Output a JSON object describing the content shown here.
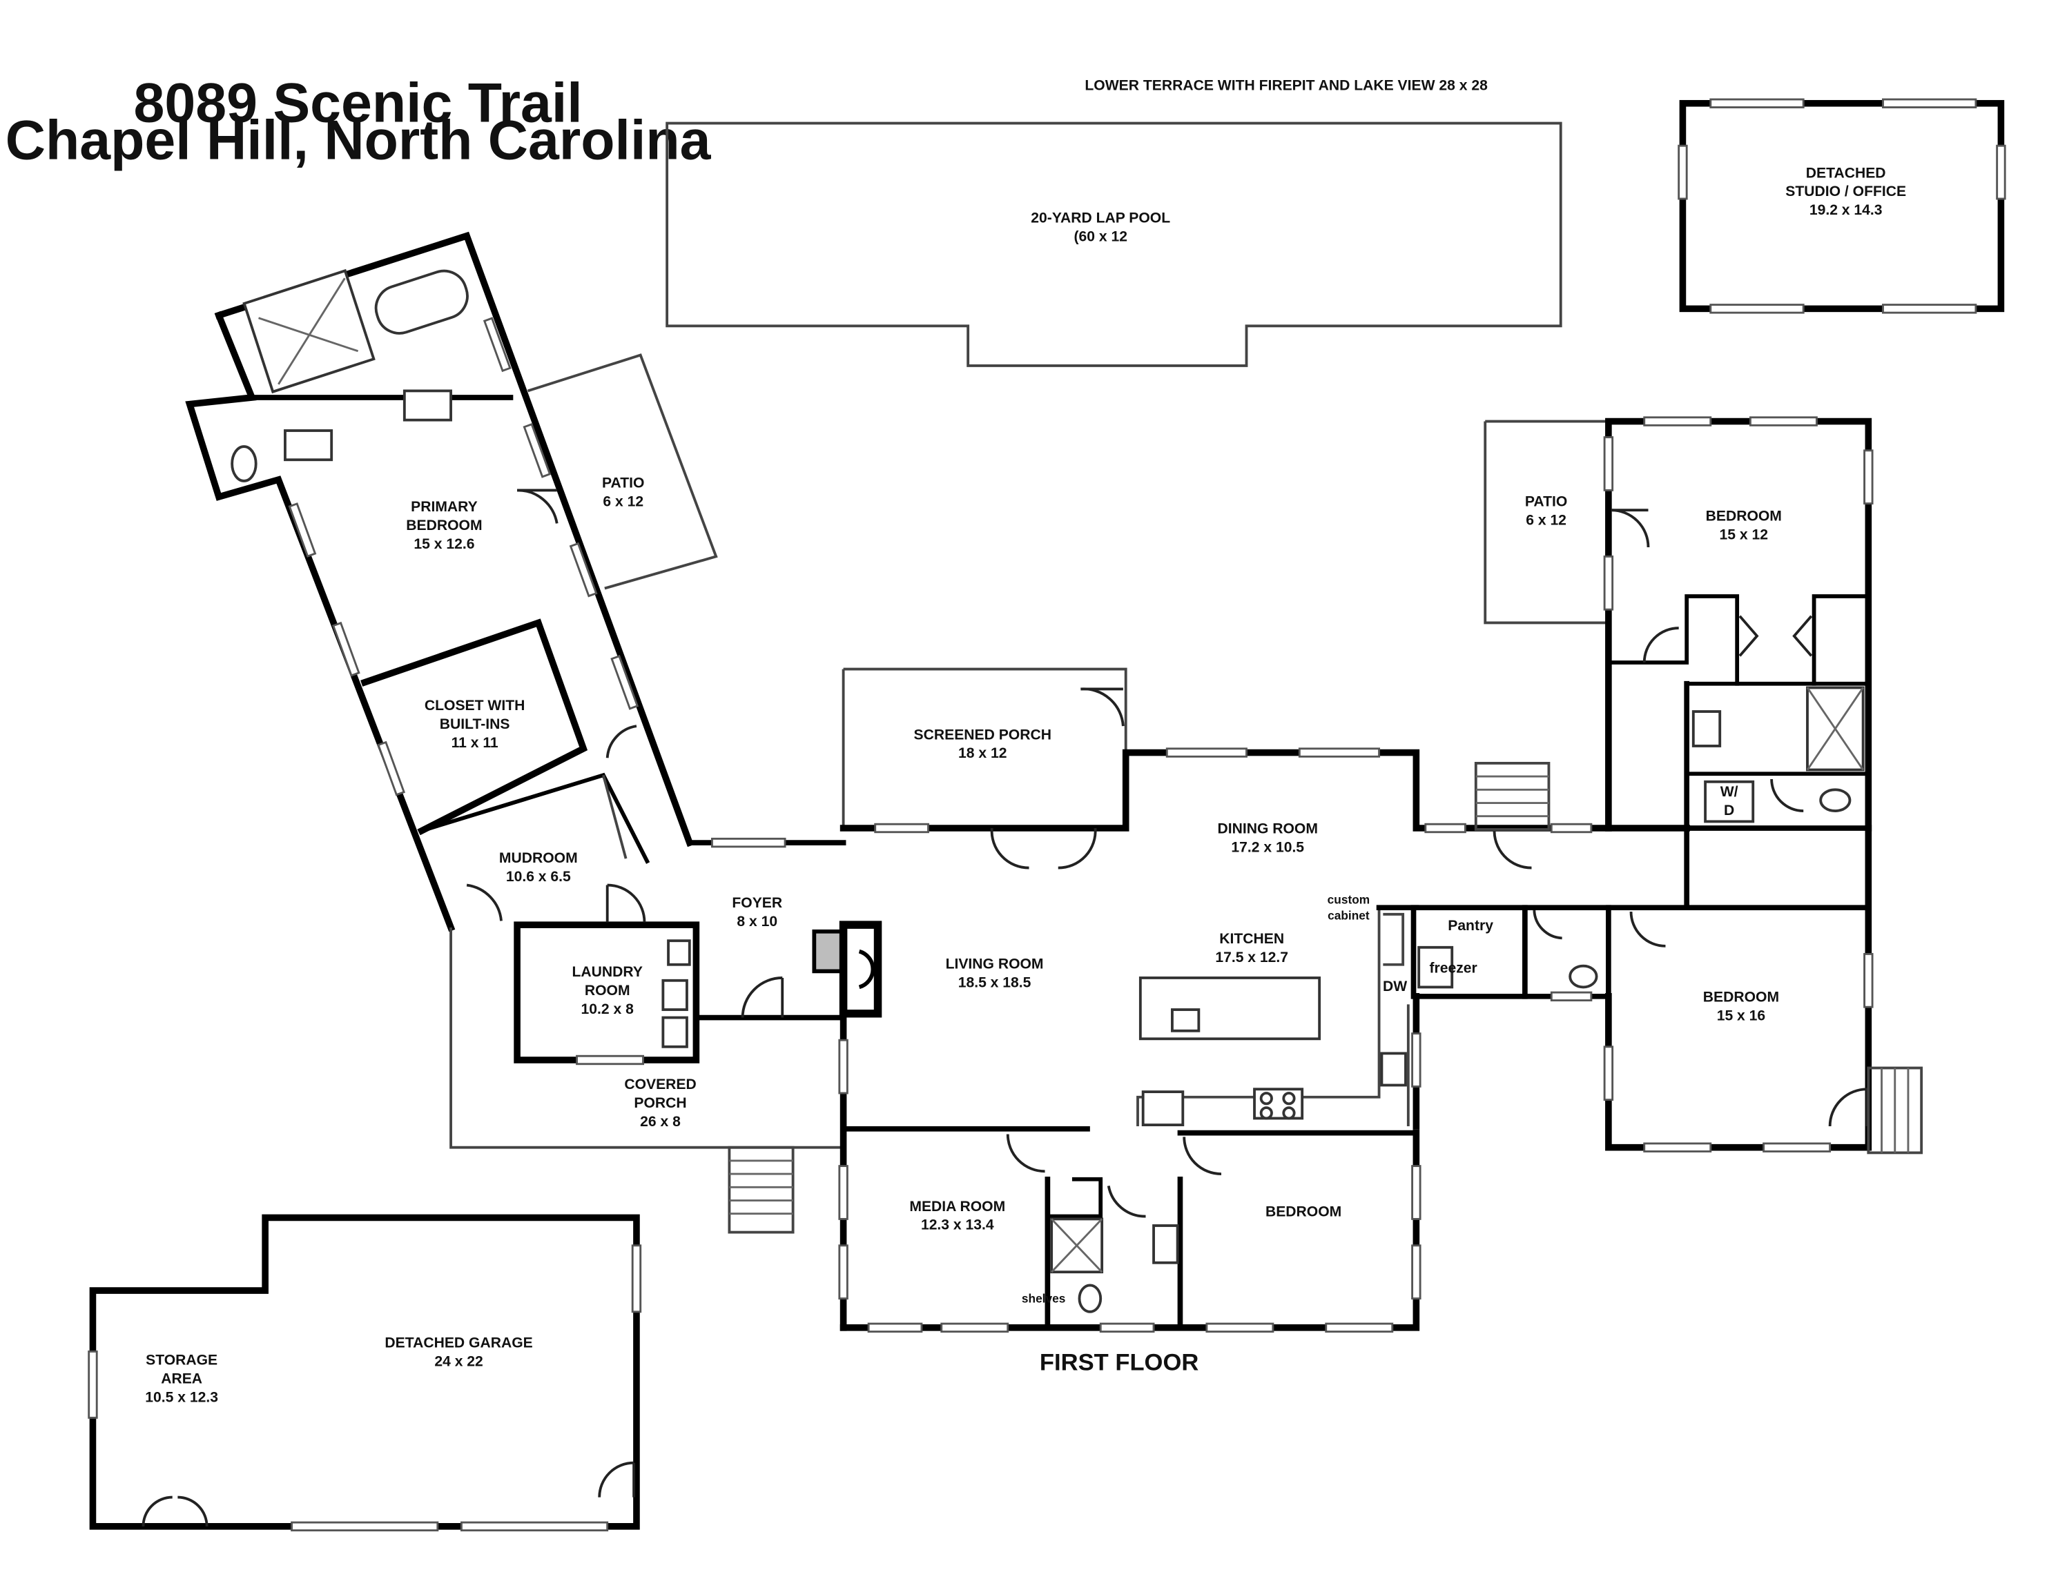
{
  "title": {
    "address": "8089 Scenic Trail",
    "city": "Chapel Hill, North Carolina"
  },
  "floor_label": "FIRST FLOOR",
  "terrace_label": "LOWER TERRACE WITH FIREPIT AND LAKE VIEW 28 x 28",
  "rooms": {
    "pool": {
      "name": "20-YARD LAP POOL",
      "dims": "(60 x 12"
    },
    "studio": {
      "name1": "DETACHED",
      "name2": "STUDIO / OFFICE",
      "dims": "19.2 x 14.3"
    },
    "primary_bedroom": {
      "name1": "PRIMARY",
      "name2": "BEDROOM",
      "dims": "15 x 12.6"
    },
    "patio_left": {
      "name": "PATIO",
      "dims": "6 x 12"
    },
    "closet": {
      "name": "CLOSET WITH",
      "name2": "BUILT-INS",
      "dims": "11 x 11"
    },
    "mudroom": {
      "name": "MUDROOM",
      "dims": "10.6 x 6.5"
    },
    "laundry": {
      "name1": "LAUNDRY",
      "name2": "ROOM",
      "dims": "10.2 x 8"
    },
    "foyer": {
      "name": "FOYER",
      "dims": "8 x 10"
    },
    "screened_porch": {
      "name": "SCREENED PORCH",
      "dims": "18 x 12"
    },
    "dining": {
      "name": "DINING ROOM",
      "dims": "17.2 x 10.5"
    },
    "living": {
      "name": "LIVING ROOM",
      "dims": "18.5 x 18.5"
    },
    "kitchen": {
      "name": "KITCHEN",
      "dims": "17.5 x 12.7"
    },
    "custom_cabinet": {
      "line1": "custom",
      "line2": "cabinet"
    },
    "pantry": {
      "name": "Pantry"
    },
    "freezer": {
      "name": "freezer"
    },
    "dw": {
      "name": "DW"
    },
    "wd": {
      "line1": "W/",
      "line2": "D"
    },
    "covered_porch": {
      "name1": "COVERED",
      "name2": "PORCH",
      "dims": "26 x 8"
    },
    "media": {
      "name": "MEDIA ROOM",
      "dims": "12.3 x 13.4"
    },
    "shelves": {
      "name": "shelves"
    },
    "bedroom_bottom": {
      "name": "BEDROOM"
    },
    "patio_right": {
      "name": "PATIO",
      "dims": "6 x 12"
    },
    "bedroom_top_right": {
      "name": "BEDROOM",
      "dims": "15 x 12"
    },
    "bedroom_right": {
      "name": "BEDROOM",
      "dims": "15 x 16"
    },
    "storage": {
      "name1": "STORAGE",
      "name2": "AREA",
      "dims": "10.5 x 12.3"
    },
    "garage": {
      "name": "DETACHED GARAGE",
      "dims": "24 x 22"
    }
  }
}
